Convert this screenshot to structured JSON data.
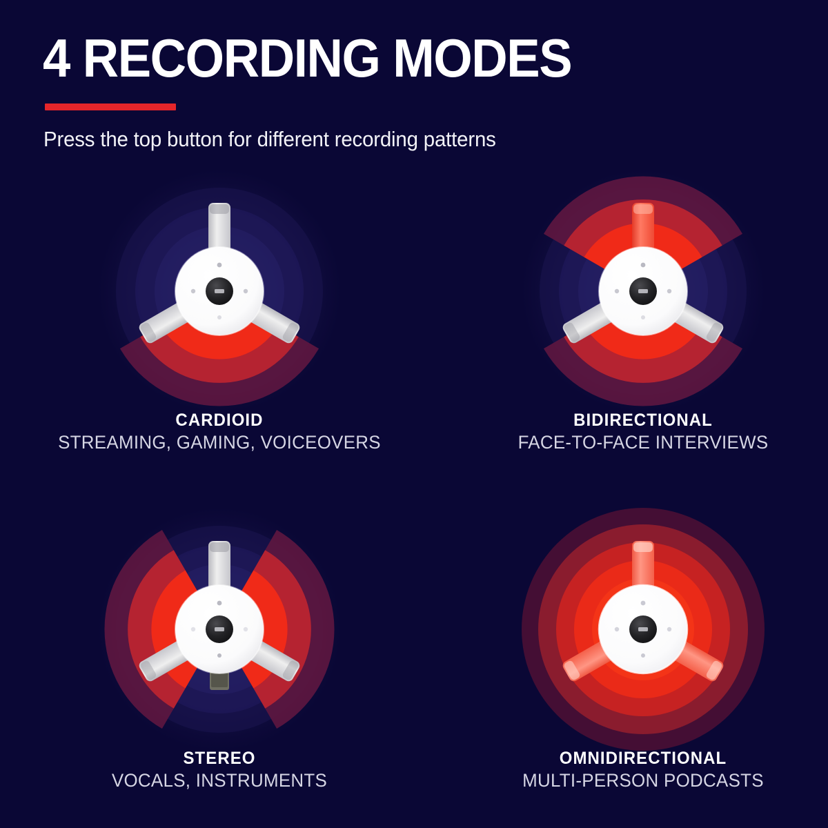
{
  "header": {
    "title": "4 RECORDING MODES",
    "subtitle": "Press the top button for different recording patterns",
    "accent_color": "#e5252a",
    "background_color": "#0a0735",
    "title_color": "#ffffff",
    "subtitle_color": "#f2f2f7"
  },
  "palette": {
    "background": "#0a0735",
    "accent_red": "#e5252a",
    "pattern_red_bright": "#f02a18",
    "pattern_red_mid": "#bb2430",
    "pattern_red_dark": "#5d1740",
    "halo_navy": "#1e1a53",
    "mic_body": "#ffffff",
    "mic_leg": "#d8d8dc",
    "mic_button": "#1d1d1f",
    "label_text": "#ffffff",
    "usecase_text": "#d6d6e4"
  },
  "modes": [
    {
      "id": "cardioid",
      "name": "CARDIOID",
      "use_case": "STREAMING, GAMING, VOICEOVERS",
      "pattern": "cardioid",
      "pattern_direction": "down",
      "pattern_description": "Single red lobe aimed downward (front of mic)",
      "halo_rings": 5,
      "top_leg_highlighted": false
    },
    {
      "id": "bidirectional",
      "name": "BIDIRECTIONAL",
      "use_case": "FACE-TO-FACE INTERVIEWS",
      "pattern": "bidirectional",
      "pattern_direction": "up-and-down",
      "pattern_description": "Two opposing red lobes, front and rear",
      "halo_rings": 5,
      "top_leg_highlighted": true
    },
    {
      "id": "stereo",
      "name": "STEREO",
      "use_case": "VOCALS, INSTRUMENTS",
      "pattern": "stereo",
      "pattern_direction": "left-and-right",
      "pattern_description": "Two red lobes aimed left and right",
      "halo_rings": 5,
      "top_leg_highlighted": false
    },
    {
      "id": "omnidirectional",
      "name": "OMNIDIRECTIONAL",
      "use_case": "MULTI-PERSON PODCASTS",
      "pattern": "omnidirectional",
      "pattern_direction": "all",
      "pattern_description": "Full 360 degree red concentric pickup rings",
      "halo_rings": 5,
      "top_leg_highlighted": true
    }
  ]
}
